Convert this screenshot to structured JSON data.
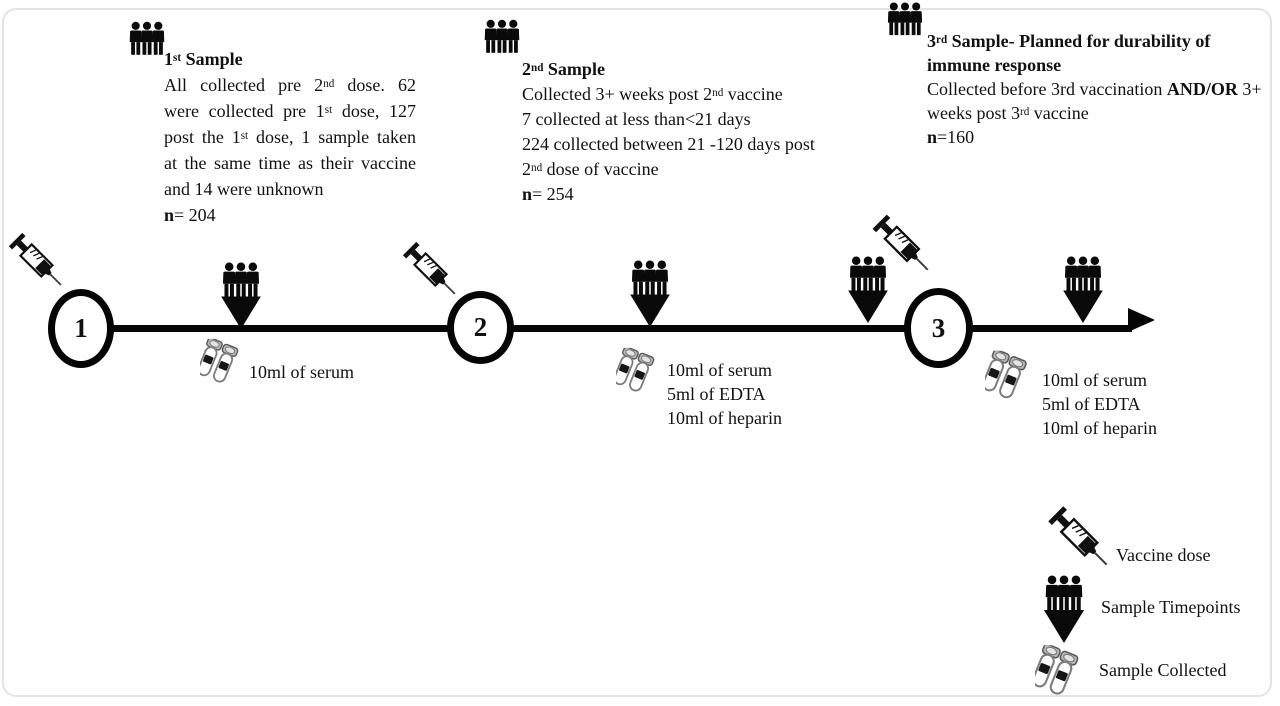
{
  "samples": [
    {
      "id": "first",
      "lines": [
        {
          "segments": [
            {
              "t": "1",
              "bold": true
            },
            {
              "t": "st",
              "bold": true,
              "sup": true
            },
            {
              "t": " Sample",
              "bold": true
            }
          ]
        },
        {
          "justify": true,
          "segments": [
            {
              "t": "All collected pre 2"
            },
            {
              "t": "nd",
              "sup": true
            },
            {
              "t": " dose.  62"
            }
          ]
        },
        {
          "justify": true,
          "segments": [
            {
              "t": "were collected pre 1"
            },
            {
              "t": "st",
              "sup": true
            },
            {
              "t": " dose, 127"
            }
          ]
        },
        {
          "justify": true,
          "segments": [
            {
              "t": "post the 1"
            },
            {
              "t": "st",
              "sup": true
            },
            {
              "t": " dose, 1 sample taken"
            }
          ]
        },
        {
          "justify": true,
          "segments": [
            {
              "t": "at the same time as their vaccine"
            }
          ]
        },
        {
          "segments": [
            {
              "t": "and 14 were unknown"
            }
          ]
        },
        {
          "segments": [
            {
              "t": "n",
              "bold": true
            },
            {
              "t": "= 204"
            }
          ]
        }
      ]
    },
    {
      "id": "second",
      "lines": [
        {
          "segments": [
            {
              "t": "2",
              "bold": true
            },
            {
              "t": "nd",
              "bold": true,
              "sup": true
            },
            {
              "t": " Sample",
              "bold": true
            }
          ]
        },
        {
          "segments": [
            {
              "t": "Collected 3+ weeks post 2"
            },
            {
              "t": "nd",
              "sup": true
            },
            {
              "t": " vaccine"
            }
          ]
        },
        {
          "segments": [
            {
              "t": "7 collected at less than<21 days"
            }
          ]
        },
        {
          "segments": [
            {
              "t": "224 collected between 21 -120 days post"
            }
          ]
        },
        {
          "segments": [
            {
              "t": "2"
            },
            {
              "t": "nd",
              "sup": true
            },
            {
              "t": " dose of vaccine"
            }
          ]
        },
        {
          "segments": [
            {
              "t": "n",
              "bold": true
            },
            {
              "t": "= 254"
            }
          ]
        }
      ]
    },
    {
      "id": "third",
      "lines": [
        {
          "segments": [
            {
              "t": "3",
              "bold": true
            },
            {
              "t": "rd",
              "bold": true,
              "sup": true
            },
            {
              "t": " Sample- Planned for durability of",
              "bold": true
            }
          ]
        },
        {
          "segments": [
            {
              "t": "immune response",
              "bold": true
            }
          ]
        },
        {
          "segments": [
            {
              "t": "Collected before 3rd vaccination "
            },
            {
              "t": "AND/OR",
              "bold": true
            },
            {
              "t": " 3+"
            }
          ]
        },
        {
          "segments": [
            {
              "t": "weeks post 3"
            },
            {
              "t": "rd",
              "sup": true
            },
            {
              "t": " vaccine"
            }
          ]
        },
        {
          "segments": [
            {
              "t": "n",
              "bold": true
            },
            {
              "t": "=160"
            }
          ]
        }
      ]
    }
  ],
  "doses": {
    "numbers": [
      "1",
      "2",
      "3"
    ]
  },
  "collections": [
    {
      "lines": [
        "10ml of serum"
      ]
    },
    {
      "lines": [
        "10ml of serum",
        "5ml of EDTA",
        "10ml of heparin"
      ]
    },
    {
      "lines": [
        "10ml of serum",
        "5ml of EDTA",
        "10ml of heparin"
      ]
    }
  ],
  "legend": {
    "items": [
      {
        "icon": "syringe-icon",
        "label": "Vaccine dose"
      },
      {
        "icon": "sample-timepoint-icon",
        "label": "Sample Timepoints"
      },
      {
        "icon": "sample-tubes-icon",
        "label": "Sample Collected"
      }
    ]
  },
  "colors": {
    "ink": "#050505",
    "tube_outline": "#7d7d7d",
    "border": "#e4e4e4"
  }
}
